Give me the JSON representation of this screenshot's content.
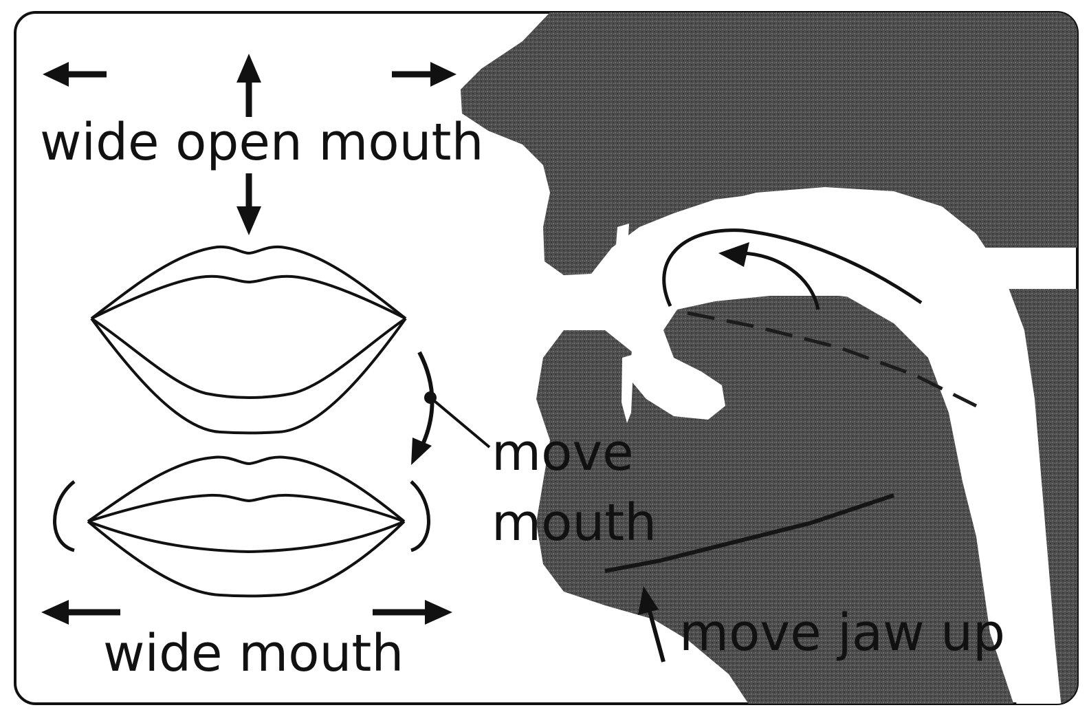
{
  "diagram": {
    "labels": {
      "wide_open_mouth": "wide open mouth",
      "wide_mouth": "wide mouth",
      "move_mouth_line1": "move",
      "move_mouth_line2": "mouth",
      "move_jaw_up": "move jaw up"
    },
    "colors": {
      "background": "#ffffff",
      "frame": "#111111",
      "silhouette": "#4a4a4a",
      "ink": "#111111"
    }
  }
}
